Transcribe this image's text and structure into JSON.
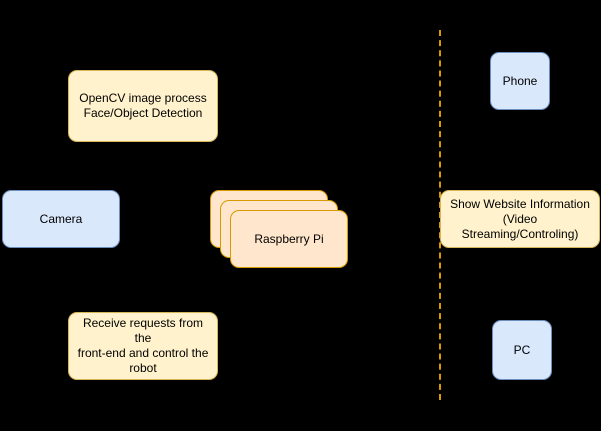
{
  "diagram": {
    "background_color": "#000000",
    "divider": {
      "orientation": "vertical",
      "style": "dashed",
      "color": "#D79B00"
    },
    "palette": {
      "yellow_fill": "#FFF2CC",
      "yellow_stroke": "#D6B656",
      "blue_fill": "#DAE8FC",
      "blue_stroke": "#6C8EBF",
      "orange_fill": "#FFE6CC",
      "orange_stroke": "#D79B00",
      "text_color": "#000000"
    },
    "nodes": {
      "opencv": {
        "type": "process",
        "color": "yellow",
        "lines": [
          "OpenCV image process",
          "Face/Object Detection"
        ]
      },
      "camera": {
        "type": "device",
        "color": "blue",
        "lines": [
          "Camera"
        ]
      },
      "receive": {
        "type": "process",
        "color": "yellow",
        "lines": [
          "Receive requests from the",
          "front-end and control the",
          "robot"
        ]
      },
      "raspberry_pi": {
        "type": "device-stack",
        "color": "orange",
        "stack_count": 3,
        "lines": [
          "Raspberry Pi"
        ]
      },
      "phone": {
        "type": "device",
        "color": "blue",
        "lines": [
          "Phone"
        ]
      },
      "website": {
        "type": "process",
        "color": "yellow",
        "lines": [
          "Show Website Information",
          "(Video Streaming/Controling)"
        ]
      },
      "pc": {
        "type": "device",
        "color": "blue",
        "lines": [
          "PC"
        ]
      }
    }
  }
}
